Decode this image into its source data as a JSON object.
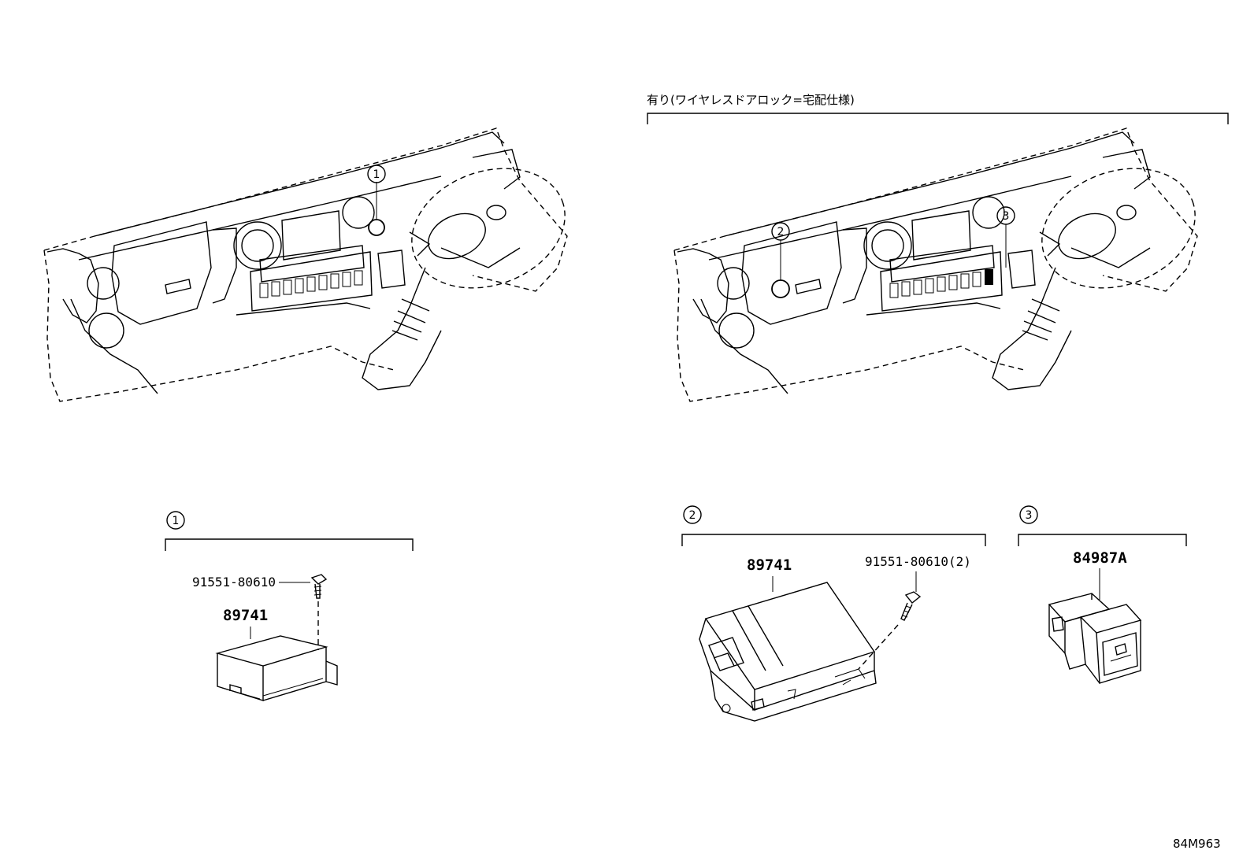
{
  "header": {
    "option_caption": "有り(ワイヤレスドアロック=宅配仕様)"
  },
  "overview": {
    "left_callouts": [
      "1"
    ],
    "right_callouts": [
      "2",
      "3"
    ]
  },
  "groups": [
    {
      "index": "1",
      "parts": [
        {
          "part_no": "91551-80610",
          "qty": ""
        },
        {
          "part_no": "89741",
          "qty": ""
        }
      ]
    },
    {
      "index": "2",
      "parts": [
        {
          "part_no": "89741",
          "qty": ""
        },
        {
          "part_no": "91551-80610(2)",
          "qty": ""
        }
      ]
    },
    {
      "index": "3",
      "parts": [
        {
          "part_no": "84987A",
          "qty": ""
        }
      ]
    }
  ],
  "footer": {
    "diagram_code": "84M963"
  }
}
